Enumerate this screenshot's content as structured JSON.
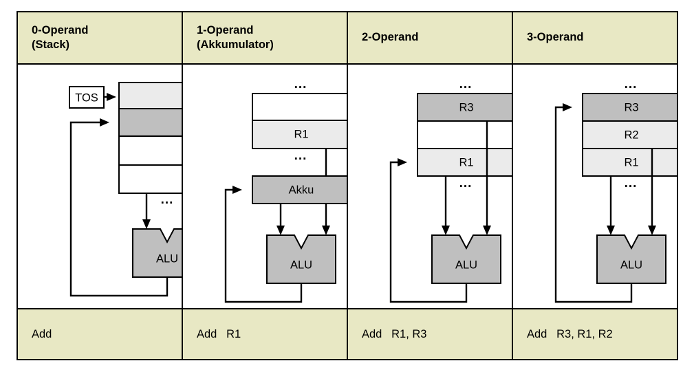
{
  "diagram": {
    "title": "Operand count instruction formats",
    "colors": {
      "header_background": "#e8e8c4",
      "footer_background": "#e8e8c4",
      "cell_background": "#ffffff",
      "dark_gray": "#bfbfbf",
      "light_gray": "#ebebeb",
      "border": "#000000"
    },
    "columns": [
      {
        "id": "zero-operand",
        "header": "0-Operand\n(Stack)",
        "instruction": "Add",
        "pointer_label": "TOS",
        "alu_label": "ALU",
        "ellipsis": "...",
        "cells": [
          {
            "label": "",
            "fill": "light_gray"
          },
          {
            "label": "",
            "fill": "dark_gray"
          },
          {
            "label": "",
            "fill": "white"
          },
          {
            "label": "",
            "fill": "white"
          }
        ]
      },
      {
        "id": "one-operand",
        "header": "1-Operand\n(Akkumulator)",
        "instruction": "Add   R1",
        "accumulator_label": "Akku",
        "alu_label": "ALU",
        "ellipsis": "...",
        "cells": [
          {
            "label": "",
            "fill": "white"
          },
          {
            "label": "R1",
            "fill": "light_gray"
          }
        ]
      },
      {
        "id": "two-operand",
        "header": "2-Operand",
        "instruction": "Add   R1, R3",
        "alu_label": "ALU",
        "ellipsis": "...",
        "cells": [
          {
            "label": "R3",
            "fill": "dark_gray"
          },
          {
            "label": "",
            "fill": "white"
          },
          {
            "label": "R1",
            "fill": "light_gray"
          }
        ]
      },
      {
        "id": "three-operand",
        "header": "3-Operand",
        "instruction": "Add   R3, R1, R2",
        "alu_label": "ALU",
        "ellipsis": "...",
        "cells": [
          {
            "label": "R3",
            "fill": "dark_gray"
          },
          {
            "label": "R2",
            "fill": "light_gray"
          },
          {
            "label": "R1",
            "fill": "light_gray"
          }
        ]
      }
    ]
  }
}
